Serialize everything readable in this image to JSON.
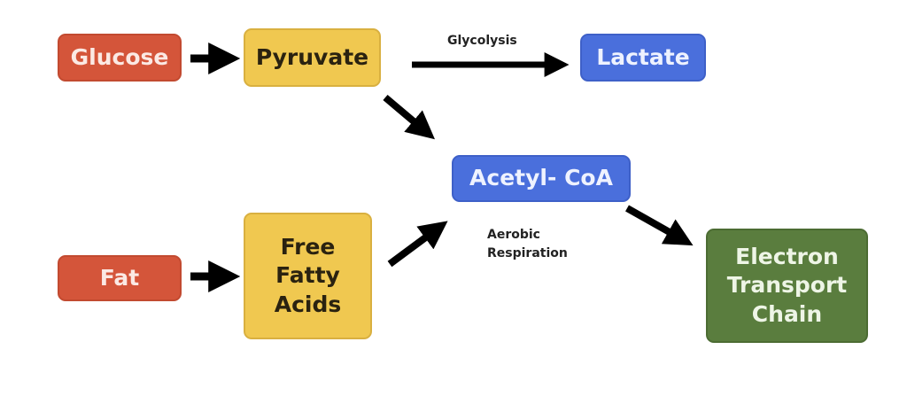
{
  "nodes": {
    "glucose": "Glucose",
    "pyruvate": "Pyruvate",
    "lactate": "Lactate",
    "acetyl_coa": "Acetyl- CoA",
    "fat": "Fat",
    "free_fatty_acids": [
      "Free",
      "Fatty",
      "Acids"
    ],
    "etc": [
      "Electron",
      "Transport",
      "Chain"
    ]
  },
  "labels": {
    "glycolysis": "Glycolysis",
    "aerobic": [
      "Aerobic",
      "Respiration"
    ]
  },
  "colors": {
    "red": "#d4553a",
    "yellow": "#f0c850",
    "blue": "#4a6fdc",
    "green": "#5a7d3e"
  }
}
